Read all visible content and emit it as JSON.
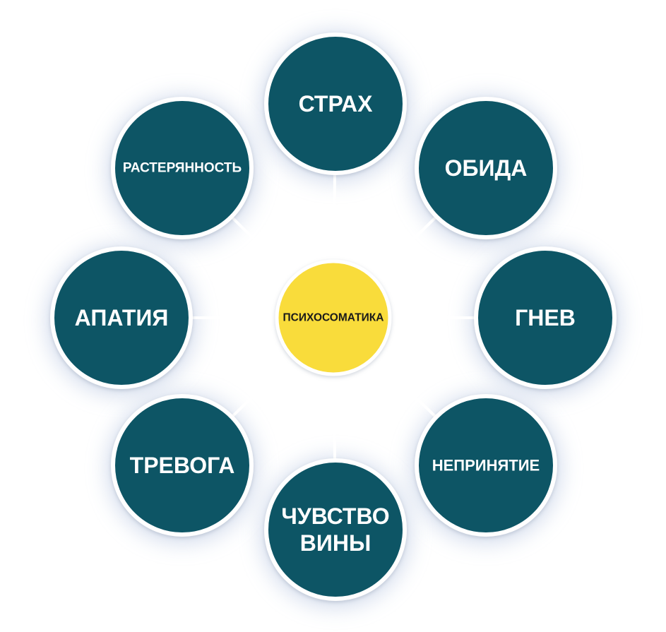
{
  "center": {
    "label": "ПСИХОСОМАТИКА",
    "color": "#f9dc3a"
  },
  "colors": {
    "node_fill": "#0c5465",
    "node_border": "#ffffff",
    "connector": "#ffffff",
    "node_text": "#ffffff"
  },
  "nodes": [
    {
      "id": "strah",
      "lines": [
        "СТРАХ"
      ]
    },
    {
      "id": "obida",
      "lines": [
        "ОБИДА"
      ]
    },
    {
      "id": "gnev",
      "lines": [
        "ГНЕВ"
      ]
    },
    {
      "id": "neprinyatie",
      "lines": [
        "НЕПРИНЯТИЕ"
      ]
    },
    {
      "id": "chuvstvo-viny",
      "lines": [
        "ЧУВСТВО",
        "ВИНЫ"
      ]
    },
    {
      "id": "trevoga",
      "lines": [
        "ТРЕВОГА"
      ]
    },
    {
      "id": "apatiya",
      "lines": [
        "АПАТИЯ"
      ]
    },
    {
      "id": "rasteryannost",
      "lines": [
        "РАСТЕРЯННОСТЬ"
      ]
    }
  ]
}
